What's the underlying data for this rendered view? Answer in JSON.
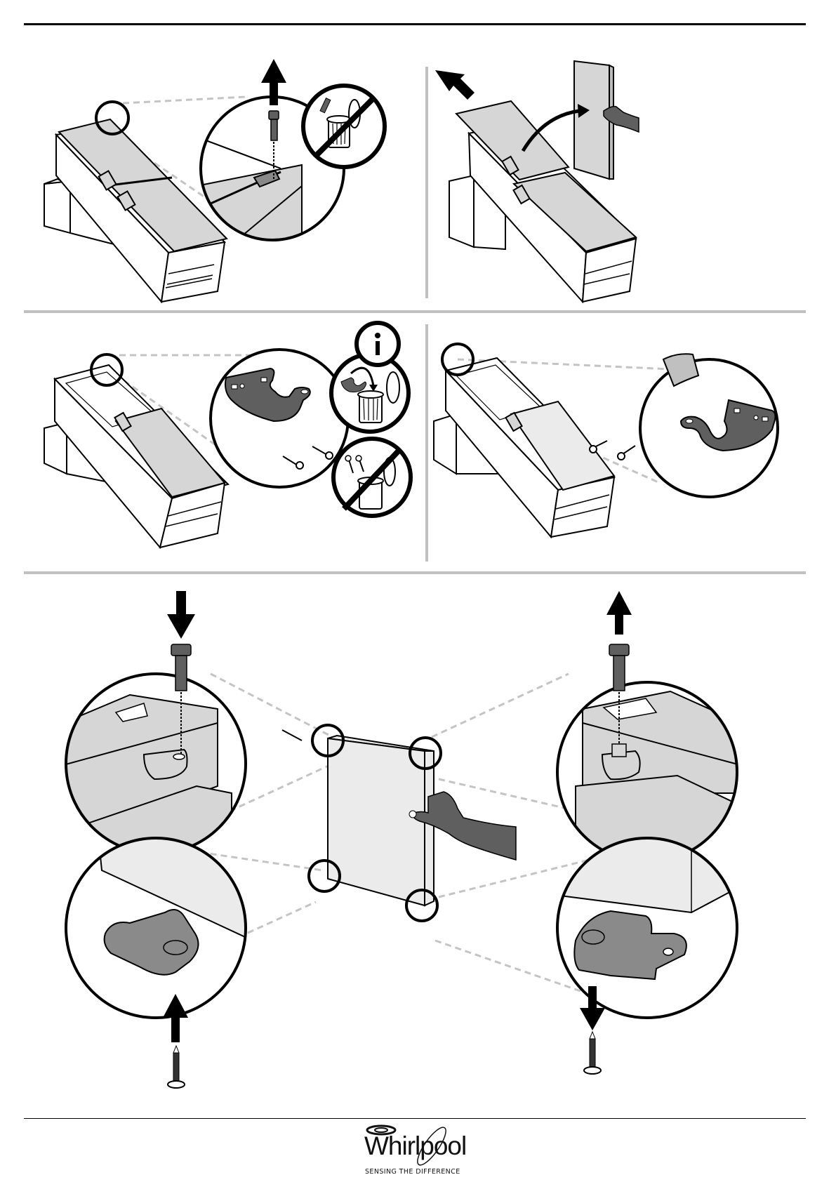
{
  "page": {
    "type": "assembly instruction sheet",
    "subject": "freezer door / lid hinge reversal"
  },
  "colors": {
    "line": "#000000",
    "panel_fill": "#d6d6d6",
    "panel_fill_light": "#ebebeb",
    "part_dark": "#5f5f5f",
    "part_mid": "#8a8a8a",
    "divider": "#c0c0c0",
    "leader_dash": "#c4c4c4"
  },
  "steps": [
    {
      "id": "step-1",
      "description": "Remove hinge bolt from top corner; do not discard bolt",
      "icons": [
        "arrow-up-icon",
        "bolt-icon",
        "no-discard-icon"
      ]
    },
    {
      "id": "step-2",
      "description": "Lift lid off and move to opposite side",
      "icons": [
        "arrow-up-left-icon",
        "curved-arrow-icon",
        "hand-icon"
      ]
    },
    {
      "id": "step-3",
      "description": "Remove hinge bracket and screws; bracket may be discarded, keep screws",
      "icons": [
        "info-icon",
        "discard-icon",
        "no-discard-icon"
      ]
    },
    {
      "id": "step-4",
      "description": "Fit hinge bracket on opposite corner with screws",
      "icons": [
        "bag-icon",
        "screw-icon"
      ]
    },
    {
      "id": "step-5",
      "description": "Swap door pin bolt and lower bracket to opposite side of door",
      "icons": [
        "arrow-down-icon",
        "arrow-up-icon",
        "screw-icon",
        "hand-icon"
      ]
    }
  ],
  "footer": {
    "brand": "Whirlpool",
    "tagline": "SENSING THE DIFFERENCE"
  }
}
